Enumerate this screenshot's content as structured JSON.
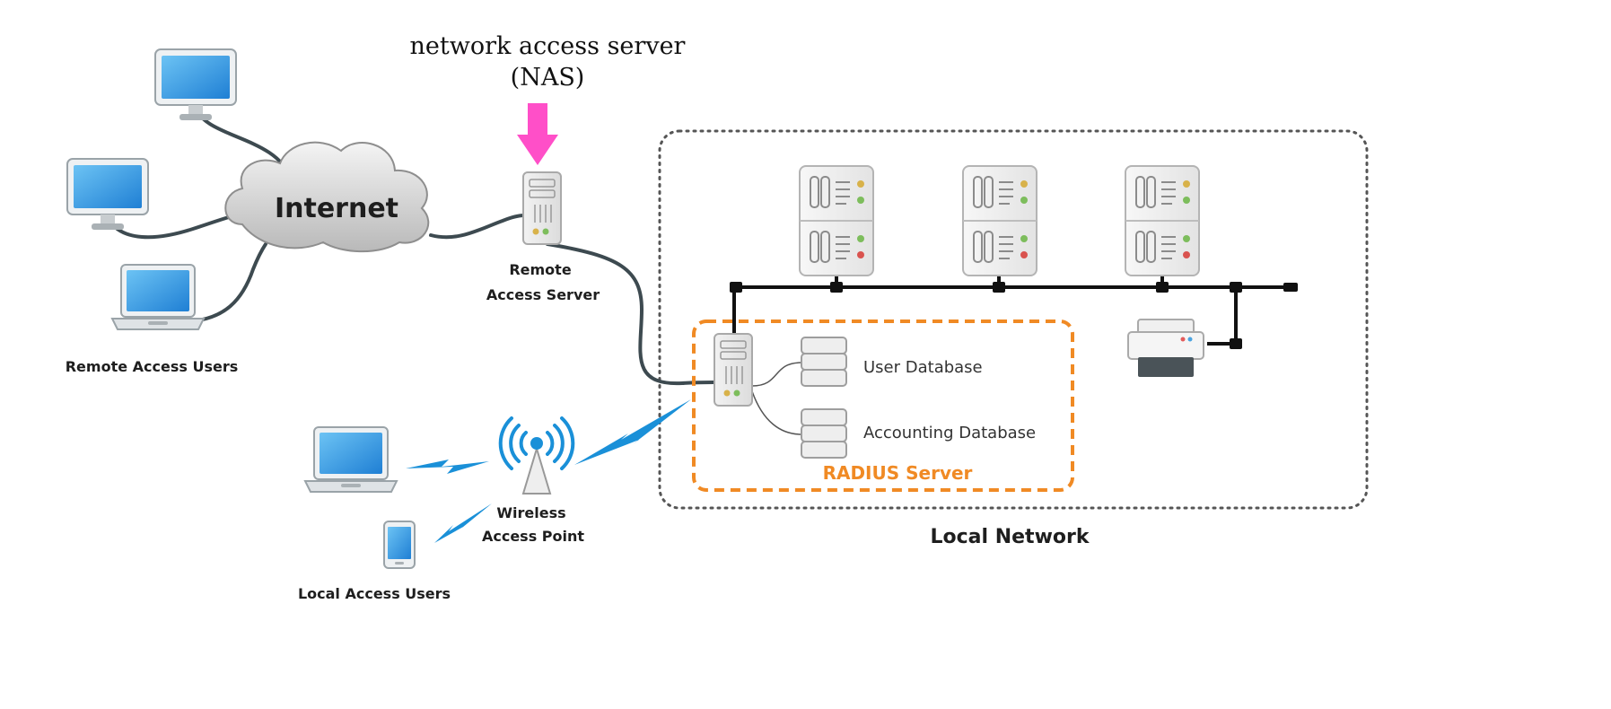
{
  "annotation": {
    "line1": "network access server",
    "line2": "(NAS)"
  },
  "labels": {
    "internet": "Internet",
    "remote_server_line1": "Remote",
    "remote_server_line2": "Access Server",
    "remote_users": "Remote Access Users",
    "user_db": "User Database",
    "accounting_db": "Accounting Database",
    "radius": "RADIUS Server",
    "local_network": "Local Network",
    "wap_line1": "Wireless",
    "wap_line2": "Access Point",
    "local_users": "Local Access Users"
  },
  "colors": {
    "arrow": "#ff4fc8",
    "radius_border": "#f08a24",
    "wireless": "#1a90d8",
    "screen": "#2f8fdc",
    "cable": "#3d4a50",
    "ethernet": "#111111"
  }
}
